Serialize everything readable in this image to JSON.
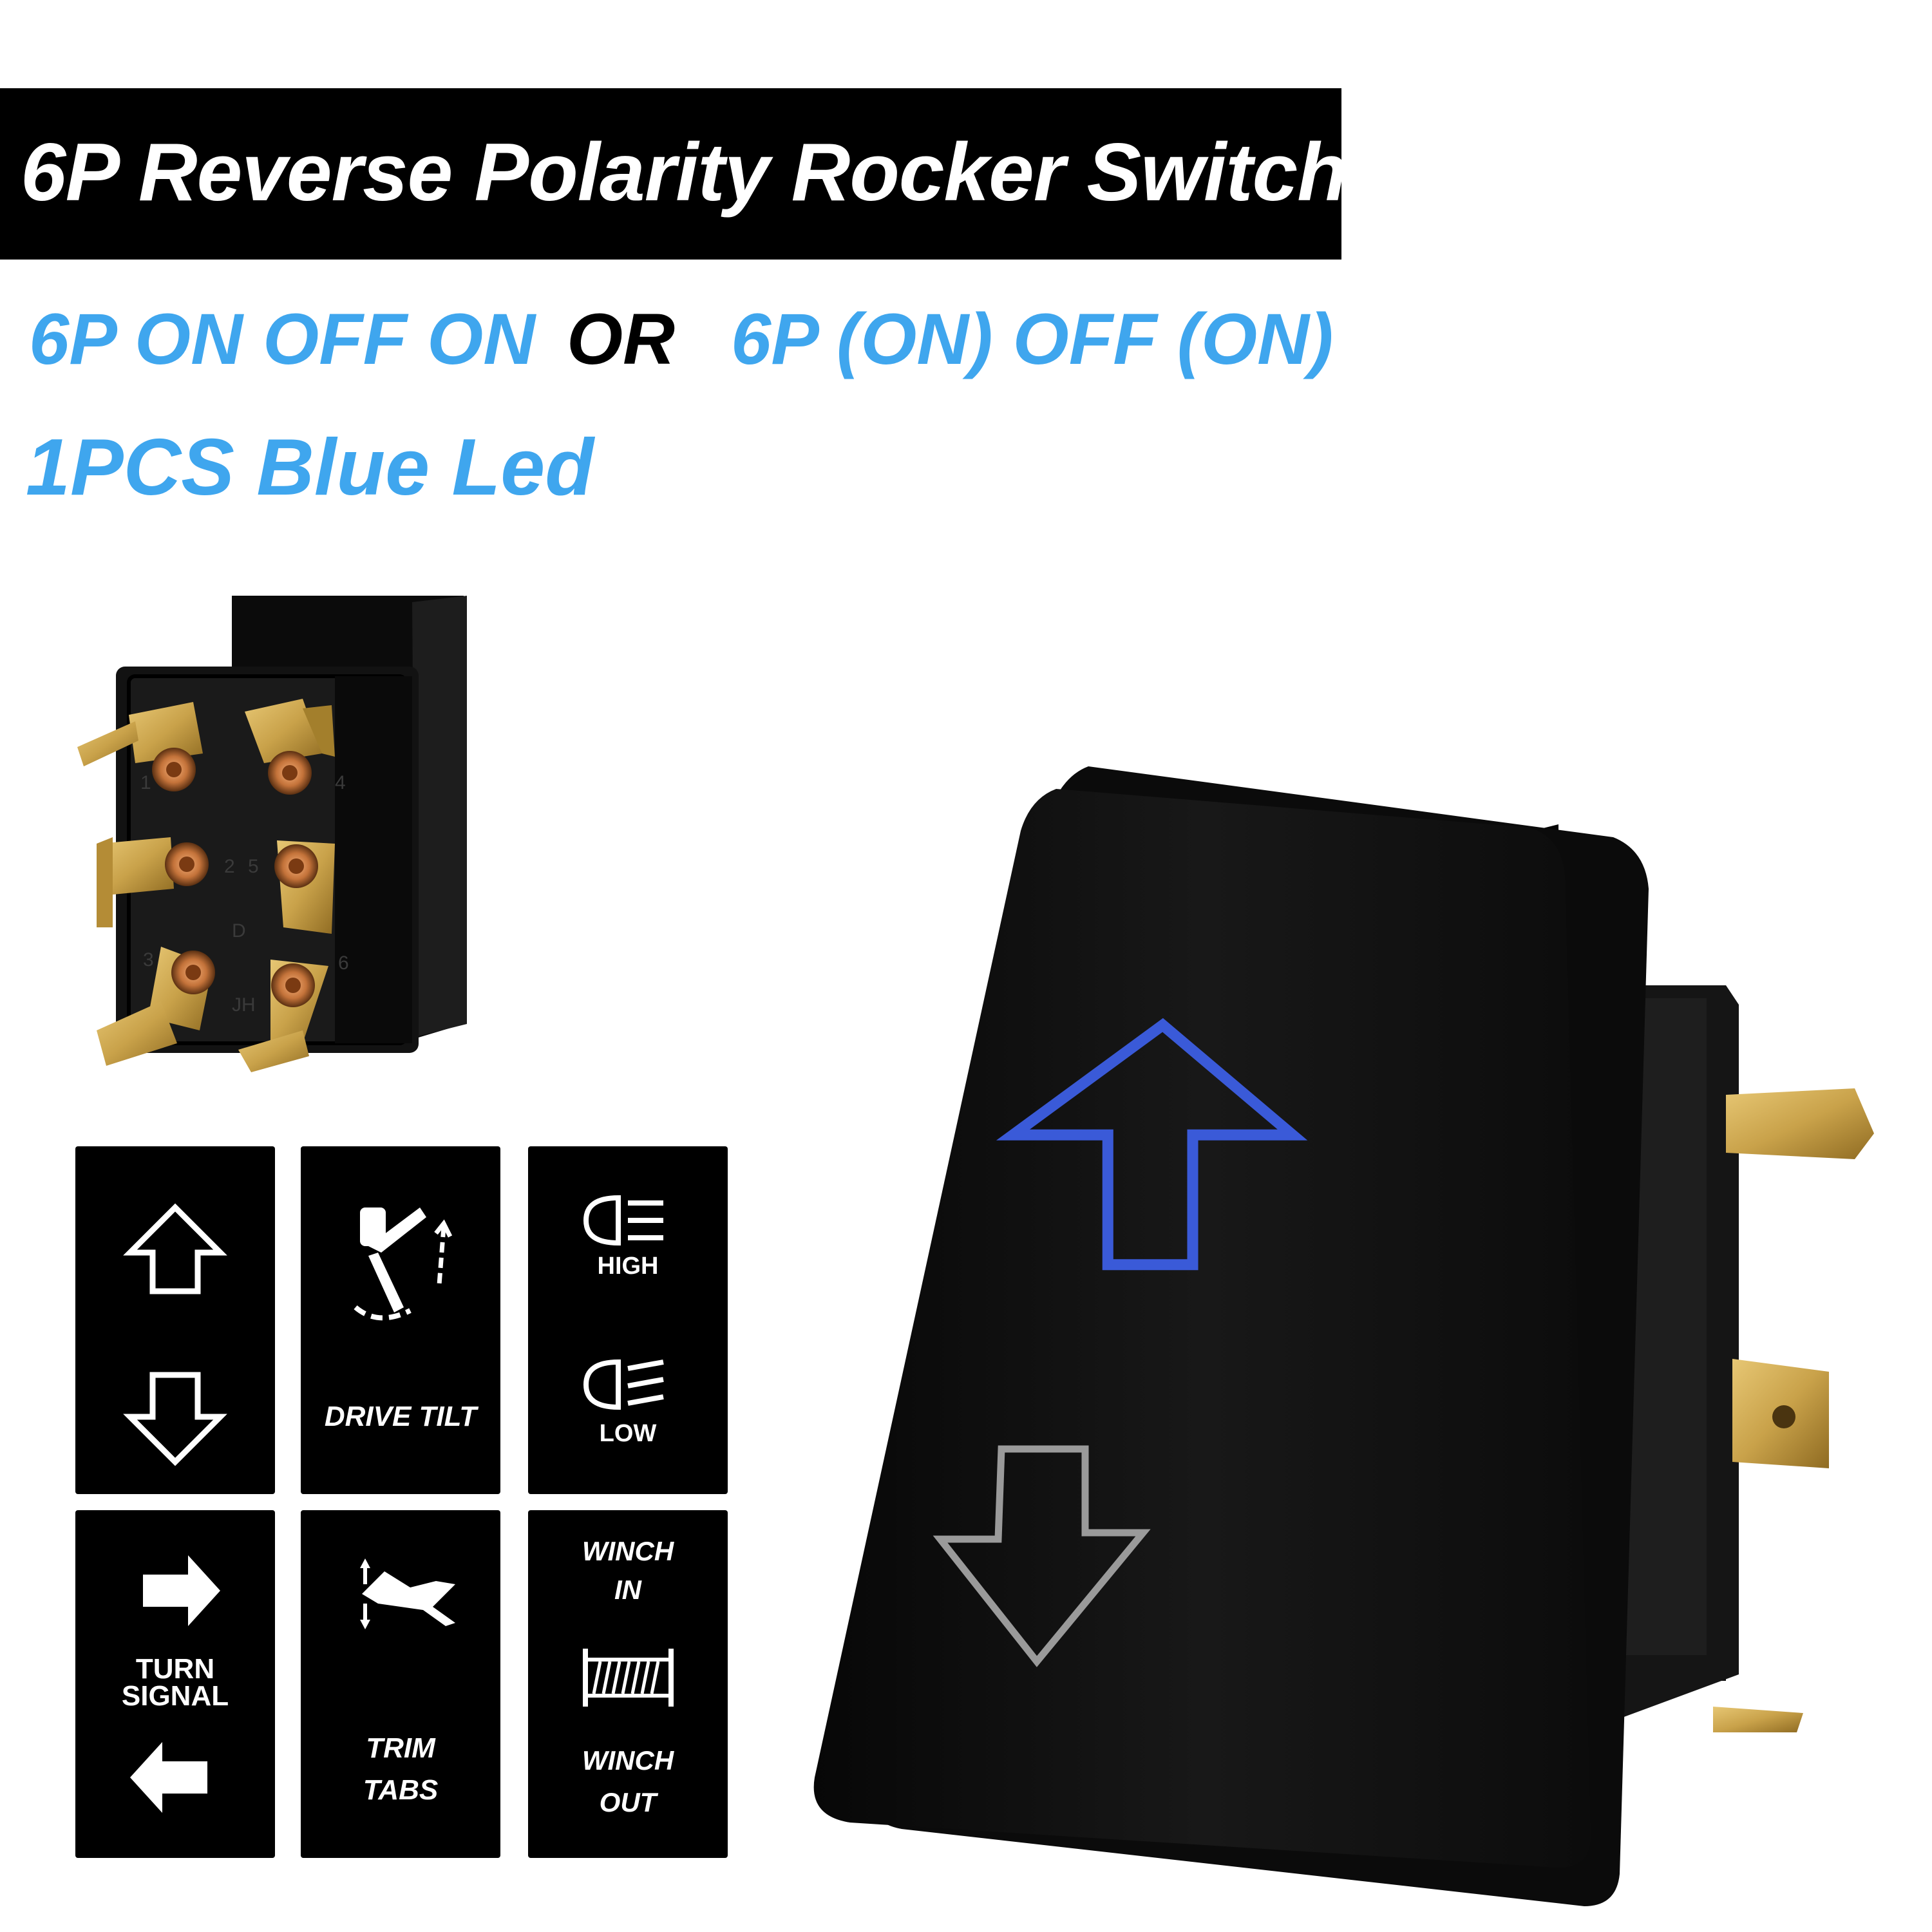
{
  "header": {
    "title": "6P Reverse Polarity  Rocker Switch"
  },
  "options": {
    "option_a": "6P ON OFF ON",
    "separator": "OR",
    "option_b": "6P (ON) OFF (ON)"
  },
  "led_note": "1PCS Blue Led",
  "terminal_markings": {
    "pin1": "1",
    "pin2": "2",
    "pin3": "3",
    "pin4": "4",
    "pin5": "5",
    "pin6": "6",
    "center_mark": "D",
    "maker_mark": "JH"
  },
  "icon_tiles": [
    {
      "icon": "up-down-arrows-icon"
    },
    {
      "icon": "drive-tilt-icon",
      "label": "DRIVE TILT"
    },
    {
      "icon": "headlight-icon",
      "label_top": "HIGH",
      "label_bottom": "LOW"
    },
    {
      "icon": "turn-signal-icon",
      "label_line1": "TURN",
      "label_line2": "SIGNAL"
    },
    {
      "icon": "trim-tabs-icon",
      "label_line1": "TRIM",
      "label_line2": "TABS"
    },
    {
      "icon": "winch-icon",
      "label_top1": "WINCH",
      "label_top2": "IN",
      "label_bottom1": "WINCH",
      "label_bottom2": "OUT"
    }
  ],
  "colors": {
    "title_bar": "#000000",
    "accent_blue": "#3fa6ee",
    "led_arrow": "#3a5ad8",
    "switch_body": "#141414",
    "brass": "#c9a24a"
  }
}
